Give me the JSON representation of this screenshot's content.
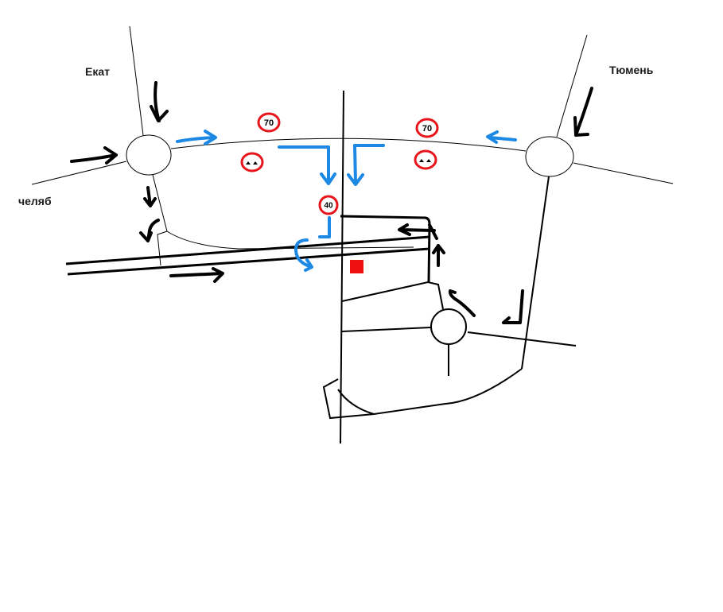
{
  "map": {
    "city_labels": {
      "ekat": "Екат",
      "tyumen": "Тюмень",
      "chelyab": "челяб"
    },
    "signs": [
      {
        "type": "speed-limit",
        "text": "70",
        "location": "west-upper"
      },
      {
        "type": "speed-bump",
        "text": "",
        "location": "west-lower"
      },
      {
        "type": "speed-limit",
        "text": "70",
        "location": "east-upper"
      },
      {
        "type": "speed-bump",
        "text": "",
        "location": "east-lower"
      },
      {
        "type": "speed-limit",
        "text": "40",
        "location": "center"
      }
    ],
    "marker": {
      "type": "location-square"
    },
    "colors": {
      "road": "#000000",
      "sign_ring": "#e8141c",
      "blue_route": "#1e88e5",
      "marker": "#ee1111",
      "background": "#ffffff"
    }
  }
}
